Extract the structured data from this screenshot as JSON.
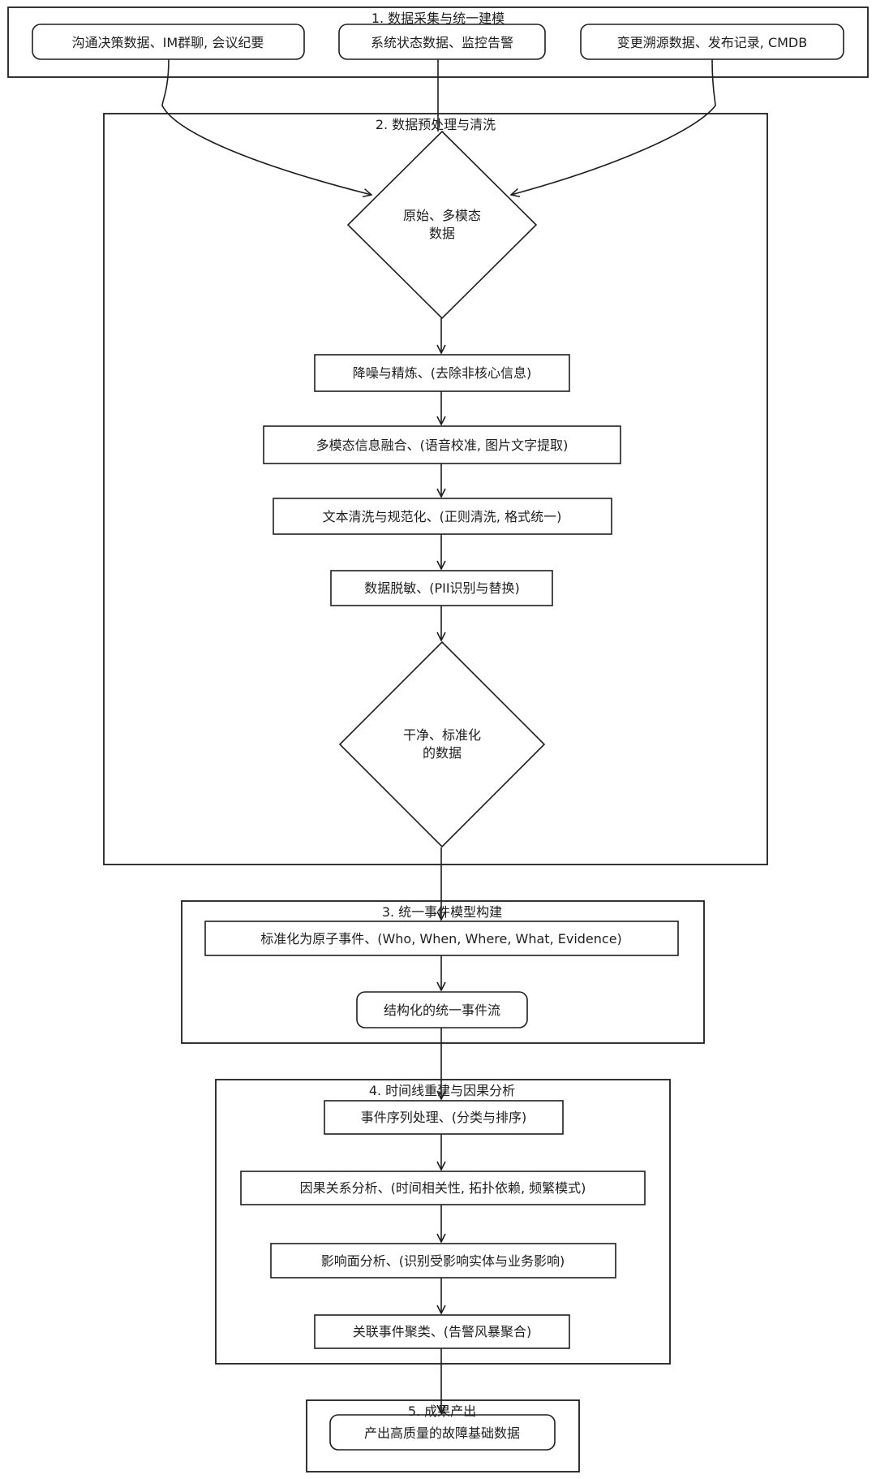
{
  "sections": [
    {
      "title": "1. 数据采集与统一建模"
    },
    {
      "title": "2. 数据预处理与清洗"
    },
    {
      "title": "3. 统一事件模型构建"
    },
    {
      "title": "4. 时间线重建与因果分析"
    },
    {
      "title": "5. 成果产出"
    }
  ],
  "sources": [
    {
      "label": "沟通决策数据、IM群聊, 会议纪要"
    },
    {
      "label": "系统状态数据、监控告警"
    },
    {
      "label": "变更溯源数据、发布记录, CMDB"
    }
  ],
  "preprocess": {
    "raw_diamond": [
      "原始、多模态",
      "数据"
    ],
    "steps": [
      {
        "label": "降噪与精炼、(去除非核心信息)"
      },
      {
        "label": "多模态信息融合、(语音校准, 图片文字提取)"
      },
      {
        "label": "文本清洗与规范化、(正则清洗, 格式统一)"
      },
      {
        "label": "数据脱敏、(PII识别与替换)"
      }
    ],
    "clean_diamond": [
      "干净、标准化",
      "的数据"
    ]
  },
  "event_model": {
    "atomic": {
      "label": "标准化为原子事件、(Who, When, Where, What, Evidence)"
    },
    "stream": {
      "label": "结构化的统一事件流"
    }
  },
  "analysis": {
    "steps": [
      {
        "label": "事件序列处理、(分类与排序)"
      },
      {
        "label": "因果关系分析、(时间相关性, 拓扑依赖, 频繁模式)"
      },
      {
        "label": "影响面分析、(识别受影响实体与业务影响)"
      },
      {
        "label": "关联事件聚类、(告警风暴聚合)"
      }
    ]
  },
  "output": {
    "label": "产出高质量的故障基础数据"
  }
}
